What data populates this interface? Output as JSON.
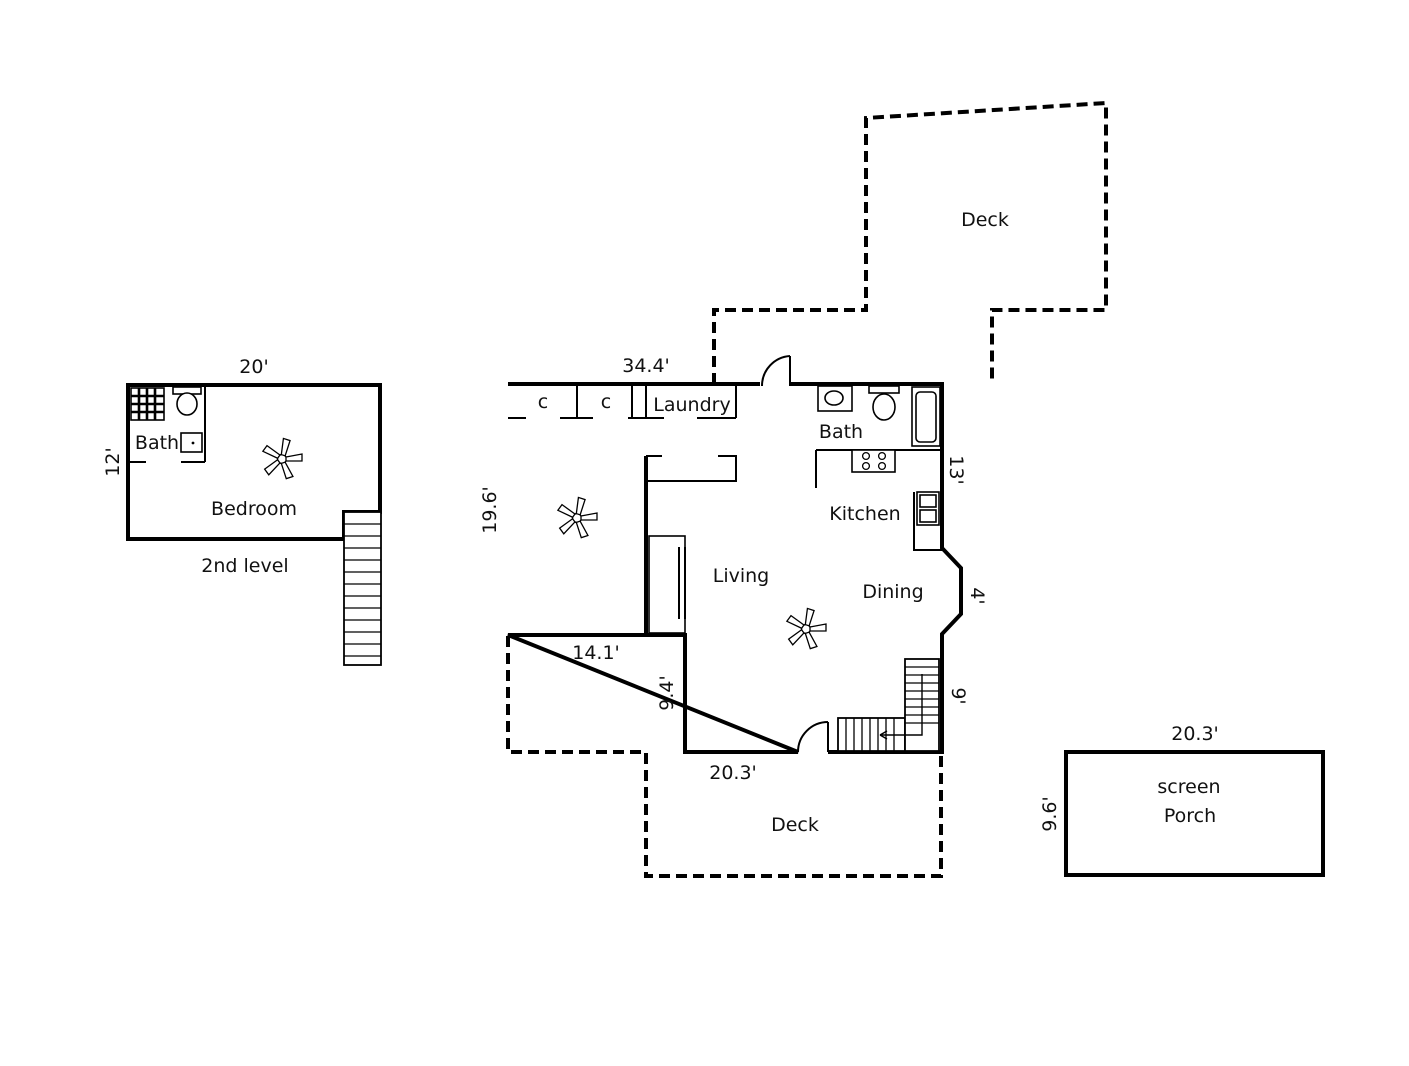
{
  "second_level": {
    "caption": "2nd level",
    "bedroom_label": "Bedroom",
    "bath_label": "Bath",
    "width_dim": "20'",
    "depth_dim": "12'"
  },
  "main_level": {
    "width_dim": "34.4'",
    "left_dim": "19.6'",
    "offset_dim": "14.1'",
    "offset_depth_dim": "9.4'",
    "bottom_dim": "20.3'",
    "right_upper_dim": "13'",
    "bay_dim": "4'",
    "right_lower_dim": "9'",
    "closet_1": "c",
    "closet_2": "c",
    "laundry_label": "Laundry",
    "bath_label": "Bath",
    "kitchen_label": "Kitchen",
    "living_label": "Living",
    "dining_label": "Dining"
  },
  "upper_deck_label": "Deck",
  "lower_deck_label": "Deck",
  "screen_porch": {
    "line1": "screen",
    "line2": "Porch",
    "width_dim": "20.3'",
    "depth_dim": "9.6'"
  }
}
